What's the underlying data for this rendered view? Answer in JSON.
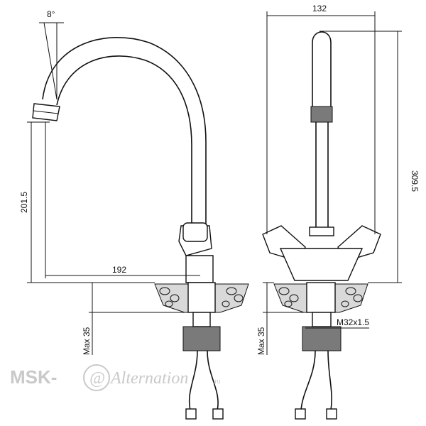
{
  "dimensions": {
    "angle": "8°",
    "width_top": "132",
    "height_right": "309.5",
    "height_left": "201.5",
    "reach": "192",
    "max_left": "Max 35",
    "max_right": "Max 35",
    "thread": "M32x1.5"
  },
  "watermark": {
    "brand": "MSK-",
    "script": "Alternation",
    "at_sign": "@",
    "suffix": ".ru"
  }
}
